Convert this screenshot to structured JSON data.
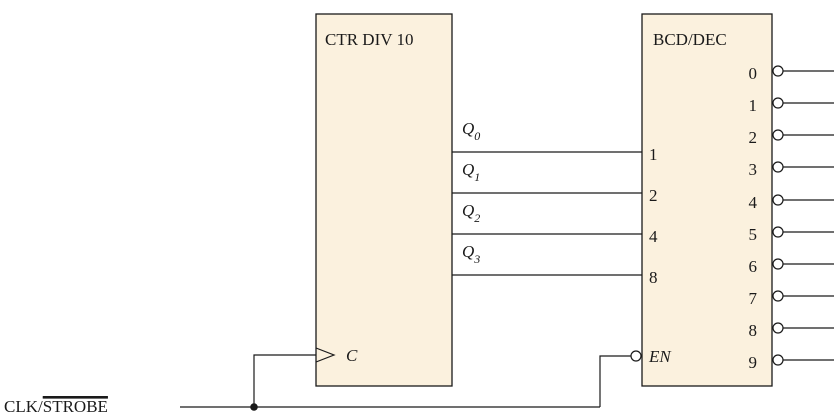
{
  "counter": {
    "title": "CTR DIV 10",
    "clock_input": "C",
    "outputs": [
      {
        "letter": "Q",
        "sub": "0"
      },
      {
        "letter": "Q",
        "sub": "1"
      },
      {
        "letter": "Q",
        "sub": "2"
      },
      {
        "letter": "Q",
        "sub": "3"
      }
    ]
  },
  "decoder": {
    "title": "BCD/DEC",
    "inputs": [
      "1",
      "2",
      "4",
      "8"
    ],
    "enable": "EN",
    "outputs": [
      "0",
      "1",
      "2",
      "3",
      "4",
      "5",
      "6",
      "7",
      "8",
      "9"
    ]
  },
  "clock_signal": {
    "prefix": "CLK/",
    "overbar": "STROBE"
  },
  "colors": {
    "block_fill": "#fbf1de",
    "line": "#1a1a1a"
  }
}
